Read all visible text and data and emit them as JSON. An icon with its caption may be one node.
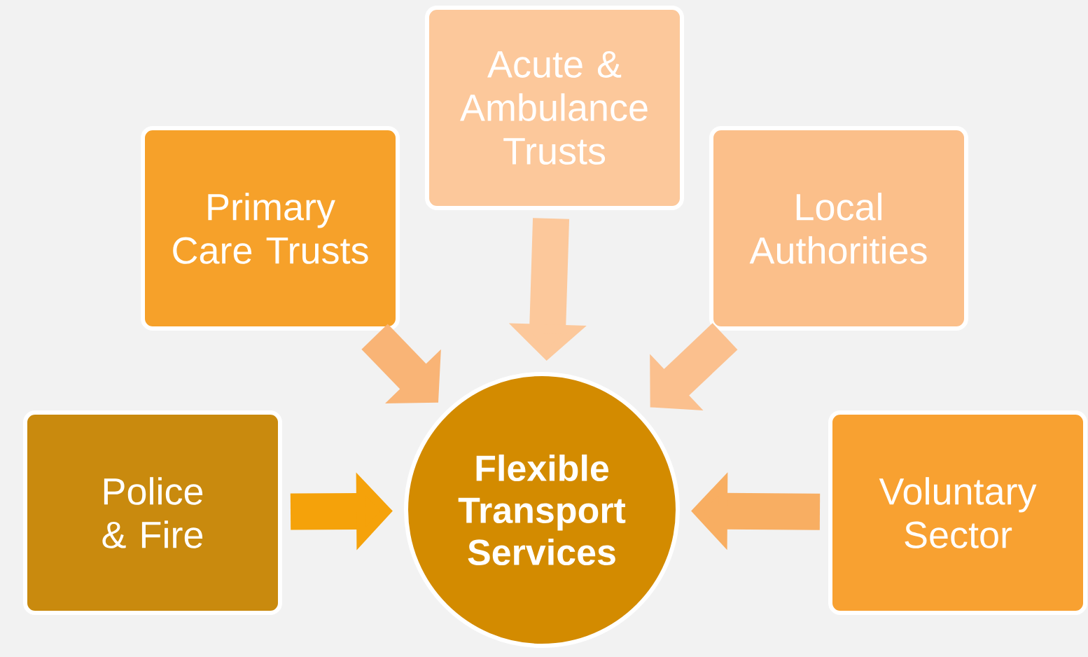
{
  "diagram": {
    "nodes": [
      {
        "text": [
          "Acute & Ambulance Trusts"
        ]
      },
      {
        "text": [
          "Primary Care Trusts"
        ]
      },
      {
        "text": [
          "Local Authorities"
        ]
      },
      {
        "text": [
          "Police & Fire"
        ]
      },
      {
        "text": [
          "Flexible Transport Services"
        ]
      },
      {
        "text": [
          "Voluntary Sector"
        ]
      }
    ],
    "edges": [
      {
        "from": 0,
        "to": 4,
        "arrow": "to",
        "color": "#fcc89b"
      },
      {
        "from": 1,
        "to": 4,
        "arrow": "to",
        "color": "#f9b476"
      },
      {
        "from": 2,
        "to": 4,
        "arrow": "to",
        "color": "#fbc08e"
      },
      {
        "from": 3,
        "to": 4,
        "arrow": "to",
        "color": "#f5a20a"
      },
      {
        "from": 5,
        "to": 4,
        "arrow": "to",
        "color": "#f8ae62"
      }
    ]
  }
}
